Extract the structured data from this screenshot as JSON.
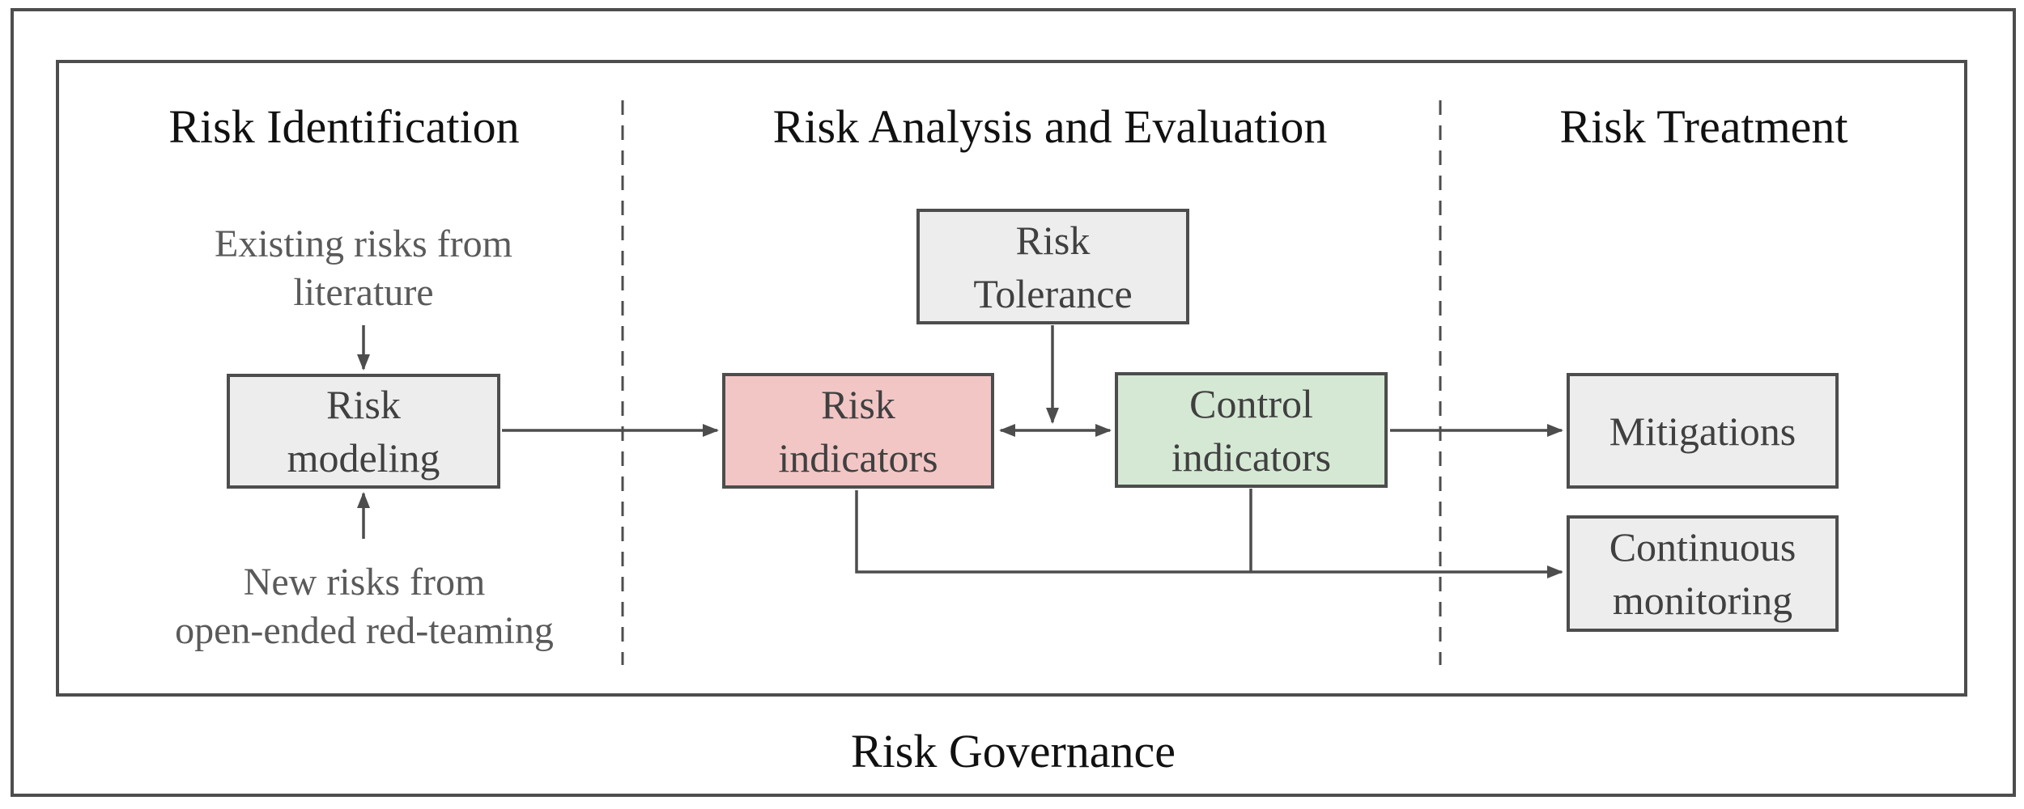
{
  "diagram": {
    "governance_label": "Risk Governance",
    "sections": [
      {
        "id": "identification",
        "title": "Risk Identification"
      },
      {
        "id": "analysis",
        "title": "Risk Analysis and Evaluation"
      },
      {
        "id": "treatment",
        "title": "Risk Treatment"
      }
    ],
    "annotations": {
      "existing_risks": {
        "label": "Existing risks from\nliterature"
      },
      "new_risks": {
        "label": "New risks from\nopen-ended red-teaming"
      }
    },
    "nodes": {
      "risk_modeling": {
        "label": "Risk\nmodeling",
        "fill": "#ededed"
      },
      "risk_indicators": {
        "label": "Risk\nindicators",
        "fill": "#f3c6c6"
      },
      "risk_tolerance": {
        "label": "Risk\nTolerance",
        "fill": "#ededed"
      },
      "control_indicators": {
        "label": "Control\nindicators",
        "fill": "#d5e8d4"
      },
      "mitigations": {
        "label": "Mitigations",
        "fill": "#ededed"
      },
      "continuous_monitoring": {
        "label": "Continuous\nmonitoring",
        "fill": "#ededed"
      }
    },
    "colors": {
      "frame_border": "#4d4d4d",
      "node_border": "#4d4d4d",
      "line": "#4d4d4d",
      "title_text": "#111111",
      "node_text": "#404040",
      "annotation_text": "#5a5a5a",
      "gray_fill": "#ededed",
      "pink_fill": "#f3c6c6",
      "green_fill": "#d5e8d4"
    }
  }
}
